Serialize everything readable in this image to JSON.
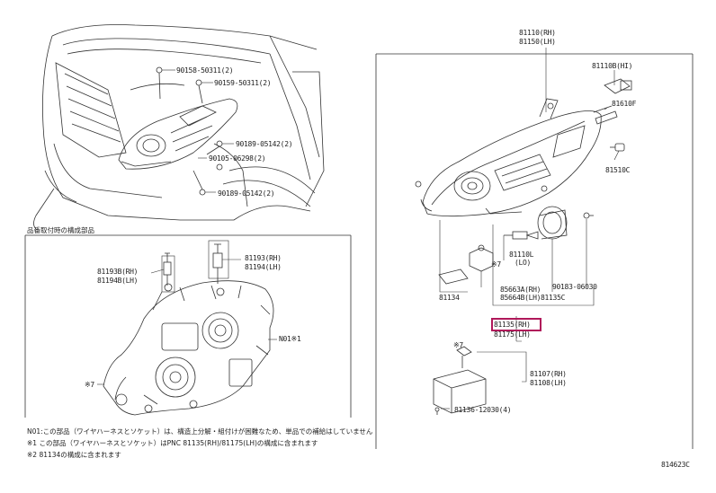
{
  "labels": {
    "p81110": "81110(RH)",
    "p81150": "81150(LH)",
    "p81110b": "81110B(HI)",
    "p81610f": "81610F",
    "p81510c": "81510C",
    "p81110l": "81110L",
    "p81110l_lo": "(LO)",
    "note7": "※7",
    "p85663a": "85663A(RH)",
    "p85664b": "85664B(LH)",
    "p90183": "90183-06030",
    "p81134": "81134",
    "p81135c": "81135C",
    "p81135": "81135(RH)",
    "p81175": "81175(LH)",
    "p81107": "81107(RH)",
    "p81108": "81108(LH)",
    "p81136": "81136-12030(4)",
    "p90158": "90158-50311(2)",
    "p90159": "90159-50311(2)",
    "p90189a": "90189-05142(2)",
    "p90105": "90105-06298(2)",
    "p90189b": "90189-05142(2)",
    "inset_title": "品番取付時の構成部品",
    "p81193b": "81193B(RH)",
    "p81194b": "81194B(LH)",
    "p81193": "81193(RH)",
    "p81194": "81194(LH)",
    "n01": "N01※1",
    "inset_note7": "※7"
  },
  "notes": {
    "line1": "N01:この部品（ワイヤハーネスとソケット）は、構造上分解・組付けが困難なため、単品での補給はしていません",
    "line2": "※1 この部品（ワイヤハーネスとソケット）はPNC 81135(RH)/81175(LH)の構成に含まれます",
    "line3": "※2 81134の構成に含まれます"
  },
  "figure_code": "814623C"
}
